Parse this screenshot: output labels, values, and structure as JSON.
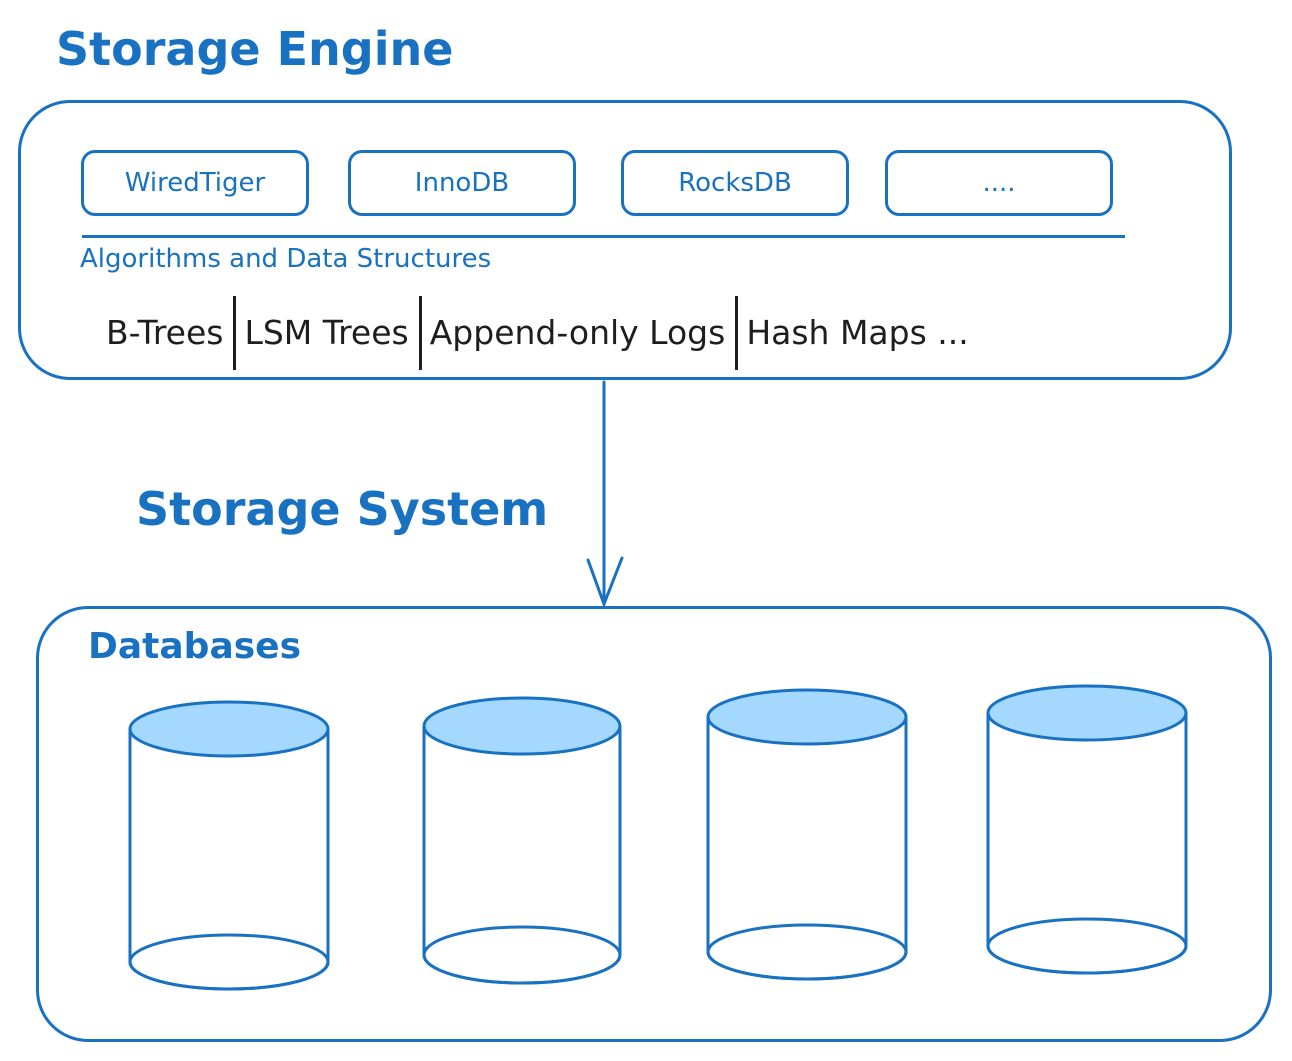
{
  "engine": {
    "title": "Storage Engine",
    "boxes": [
      "WiredTiger",
      "InnoDB",
      "RocksDB",
      "...."
    ],
    "algorithms_label": "Algorithms and Data Structures",
    "structures": [
      "B-Trees",
      "LSM Trees",
      "Append-only Logs",
      "Hash Maps ..."
    ]
  },
  "system": {
    "title": "Storage System"
  },
  "databases": {
    "label": "Databases",
    "count": 4
  },
  "colors": {
    "stroke": "#1971c2",
    "cylinder_top": "#a5d8ff",
    "text_dark": "#1e1e1e",
    "background": "#ffffff"
  }
}
